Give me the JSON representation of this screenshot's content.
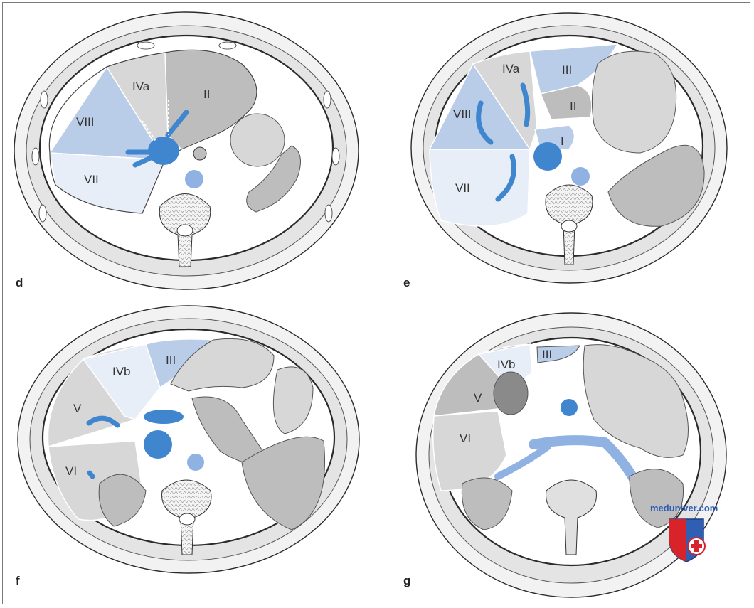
{
  "panels": [
    {
      "letter": "d",
      "segments": [
        "IVa",
        "II",
        "VIII",
        "VII"
      ]
    },
    {
      "letter": "e",
      "segments": [
        "IVa",
        "III",
        "II",
        "VIII",
        "I",
        "VII"
      ]
    },
    {
      "letter": "f",
      "segments": [
        "IVb",
        "III",
        "V",
        "VI"
      ]
    },
    {
      "letter": "g",
      "segments": [
        "IVb",
        "III",
        "V",
        "VI"
      ]
    }
  ],
  "watermark": {
    "text": "meduniver.com",
    "icon": "shield-cross-icon"
  },
  "colors": {
    "outline": "#2b2b2b",
    "skin": "#f2f2f2",
    "muscle": "#dcdcdc",
    "organ_gray": "#bdbdbd",
    "organ_light": "#d7d7d7",
    "seg_blue_mid": "#b9cce8",
    "seg_blue_light": "#e7eef8",
    "vessel_blue": "#3f86cf",
    "vessel_soft": "#8fb2e2"
  }
}
